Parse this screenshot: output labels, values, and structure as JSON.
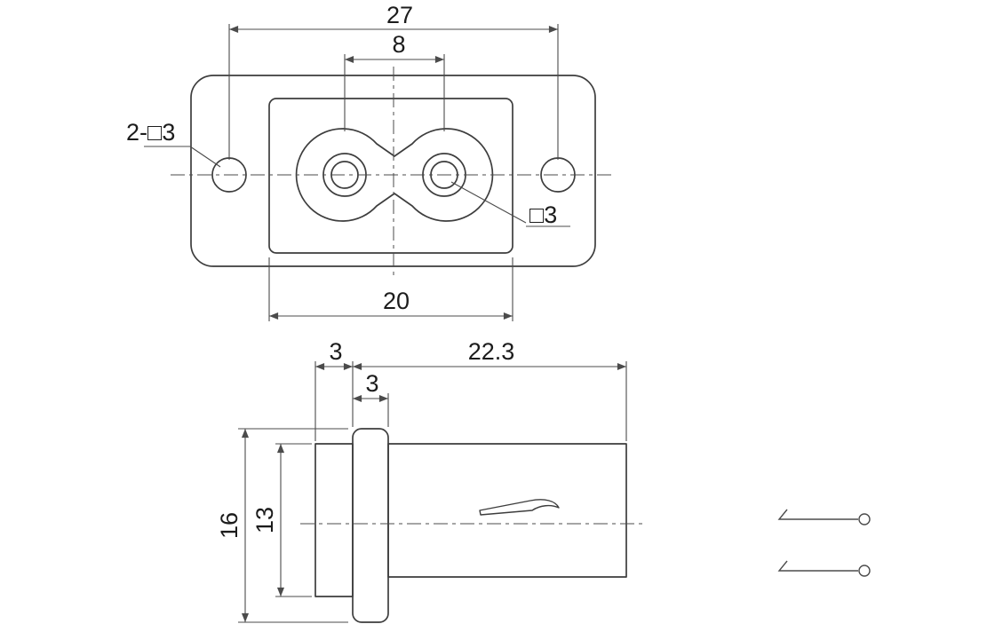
{
  "front_view": {
    "dim_hole_spacing": "27",
    "dim_pin_spacing": "8",
    "dim_recess_width": "20",
    "label_mount_holes": "2-□3",
    "label_pin_square": "□3"
  },
  "side_view": {
    "dim_front_depth": "3",
    "dim_body_length": "22.3",
    "dim_flange_thickness": "3",
    "dim_flange_height": "16",
    "dim_body_height": "13"
  },
  "colors": {
    "object_line": "#3d3d3d",
    "dim_line": "#4b4b4b",
    "text": "#1c1c1c",
    "background": "#ffffff"
  }
}
